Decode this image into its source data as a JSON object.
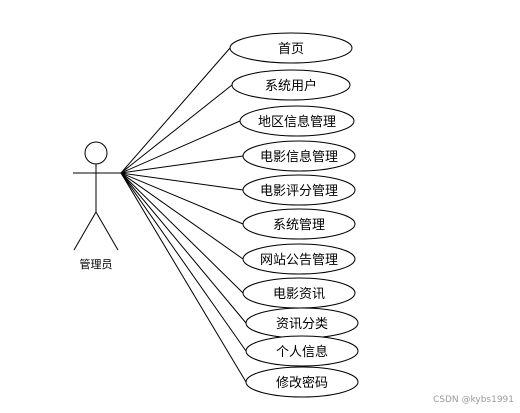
{
  "actor": {
    "label": "管理员"
  },
  "use_cases": [
    {
      "label": "首页"
    },
    {
      "label": "系统用户"
    },
    {
      "label": "地区信息管理"
    },
    {
      "label": "电影信息管理"
    },
    {
      "label": "电影评分管理"
    },
    {
      "label": "系统管理"
    },
    {
      "label": "网站公告管理"
    },
    {
      "label": "电影资讯"
    },
    {
      "label": "资讯分类"
    },
    {
      "label": "个人信息"
    },
    {
      "label": "修改密码"
    }
  ],
  "watermark": "CSDN @kybs1991"
}
